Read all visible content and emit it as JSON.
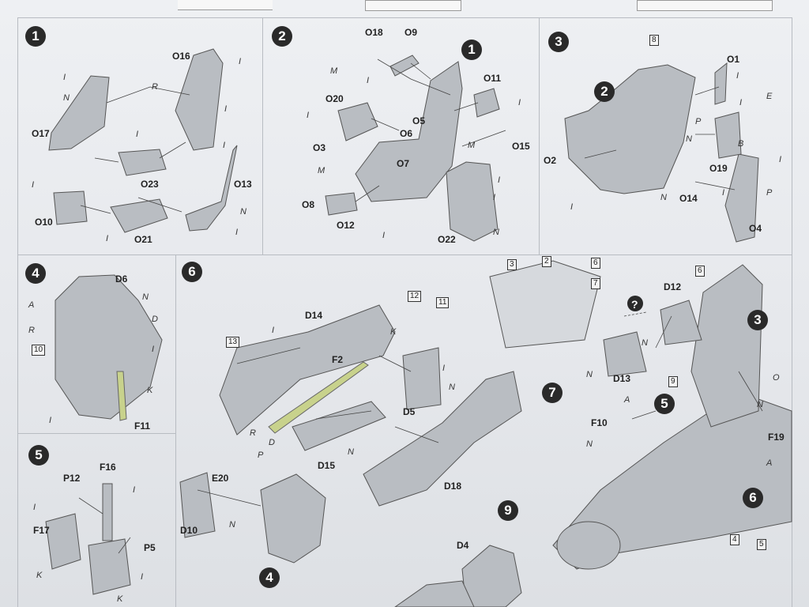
{
  "steps": {
    "s1": "1",
    "s2": "2",
    "s3": "3",
    "s4": "4",
    "s5": "5",
    "s6": "6",
    "s7": "7",
    "s9": "9",
    "s2_ref1": "1",
    "s3_ref2": "2",
    "s7_ref3": "3",
    "s7_ref5": "5",
    "s7_ref6": "6",
    "s6_ref4": "4"
  },
  "panel1": {
    "parts": [
      "O16",
      "O17",
      "O13",
      "O23",
      "O10",
      "O21"
    ],
    "finish": [
      "I",
      "N",
      "R",
      "I",
      "I",
      "I",
      "N",
      "I",
      "I",
      "I",
      "I"
    ]
  },
  "panel2": {
    "parts": [
      "O18",
      "O9",
      "O11",
      "O20",
      "O5",
      "O6",
      "O3",
      "O7",
      "O15",
      "O8",
      "O12",
      "O22"
    ],
    "finish": [
      "M",
      "I",
      "I",
      "I",
      "M",
      "M",
      "I",
      "I",
      "N",
      "I"
    ]
  },
  "panel3": {
    "parts": [
      "O1",
      "O2",
      "O14",
      "O19",
      "O4"
    ],
    "boxes": [
      "8"
    ],
    "finish": [
      "I",
      "I",
      "E",
      "P",
      "B",
      "N",
      "I",
      "N",
      "I",
      "P",
      "I"
    ]
  },
  "panel4": {
    "parts": [
      "D6",
      "F11"
    ],
    "boxes": [
      "10"
    ],
    "finish": [
      "A",
      "N",
      "R",
      "D",
      "I",
      "K",
      "I"
    ]
  },
  "panel5": {
    "parts": [
      "P12",
      "F16",
      "F17",
      "P5"
    ],
    "finish": [
      "I",
      "I",
      "K",
      "I",
      "K"
    ]
  },
  "panel6": {
    "parts": [
      "D14",
      "F2",
      "D5",
      "D15",
      "D18",
      "D10",
      "E20"
    ],
    "boxes": [
      "13",
      "12",
      "11"
    ],
    "finish": [
      "I",
      "K",
      "I",
      "N",
      "R",
      "D",
      "P",
      "N",
      "N"
    ]
  },
  "panel7": {
    "parts": [
      "D12",
      "D13",
      "F10",
      "F19"
    ],
    "boxes": [
      "3",
      "2",
      "6",
      "7",
      "6",
      "9",
      "4",
      "5"
    ],
    "finish": [
      "N",
      "N",
      "A",
      "N",
      "A",
      "O",
      "N"
    ]
  },
  "panel9": {
    "parts": [
      "D4"
    ]
  }
}
